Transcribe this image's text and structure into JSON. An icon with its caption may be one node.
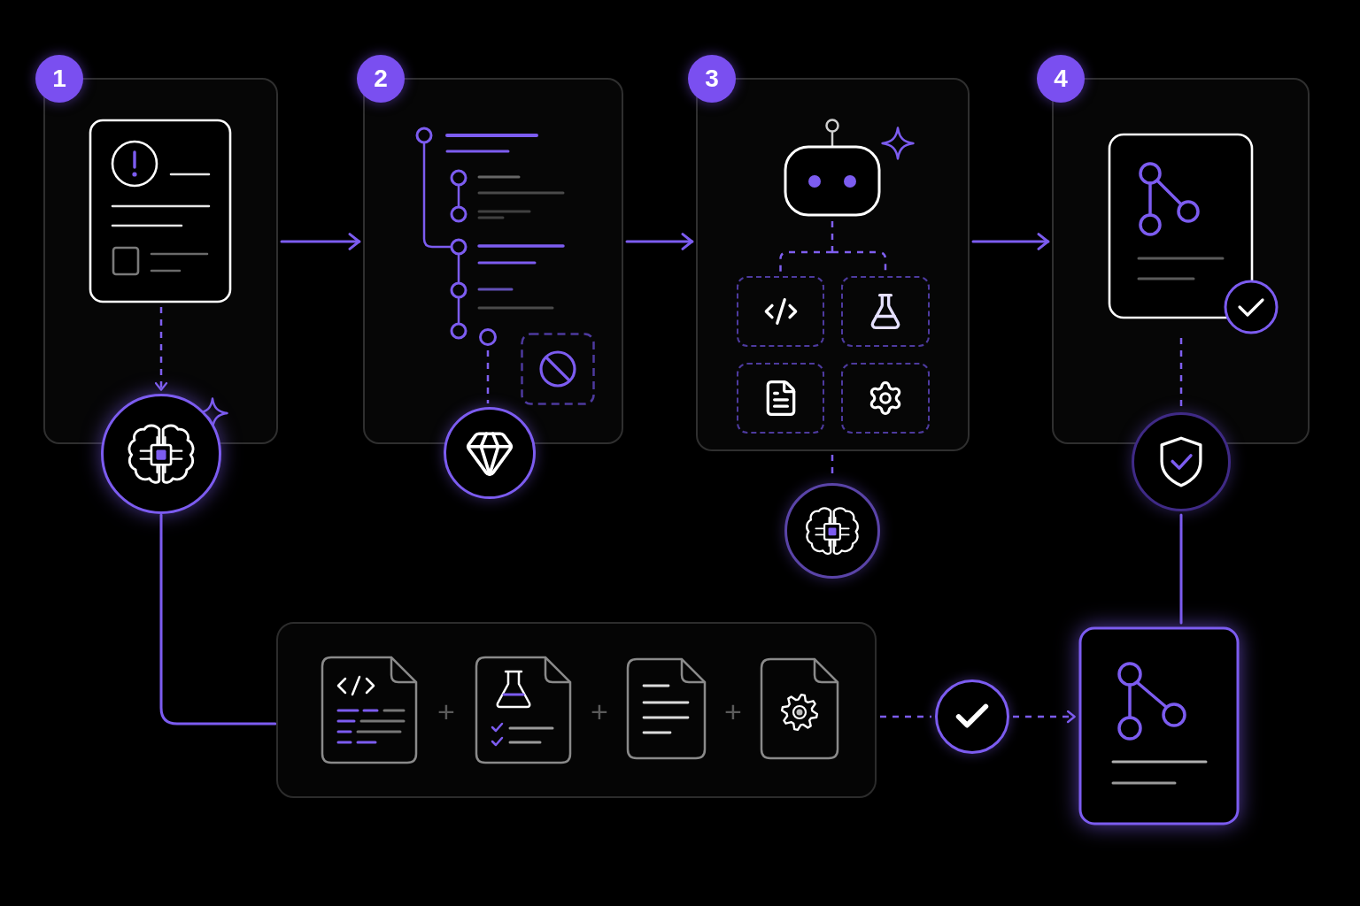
{
  "diagram": {
    "nodes": [
      {
        "text": [
          "1"
        ]
      },
      {
        "text": [],
        "shape": "box"
      },
      {
        "text": [],
        "shape": "picture",
        "in": 1
      },
      {
        "text": [],
        "shape": "circle"
      },
      {
        "text": [
          "2"
        ]
      },
      {
        "text": [],
        "shape": "box"
      },
      {
        "text": [],
        "shape": "picture",
        "in": 5
      },
      {
        "text": [],
        "shape": "circle"
      },
      {
        "text": [
          "3"
        ]
      },
      {
        "text": [],
        "shape": "box"
      },
      {
        "text": [],
        "shape": "picture",
        "in": 9
      },
      {
        "text": [],
        "shape": "box",
        "in": 9
      },
      {
        "text": [],
        "shape": "box",
        "in": 9
      },
      {
        "text": [],
        "shape": "box",
        "in": 9
      },
      {
        "text": [],
        "shape": "box",
        "in": 9
      },
      {
        "text": [],
        "shape": "circle"
      },
      {
        "text": [
          "4"
        ]
      },
      {
        "text": [],
        "shape": "box"
      },
      {
        "text": [],
        "shape": "picture",
        "in": 17
      },
      {
        "text": [],
        "shape": "circle"
      },
      {
        "text": [],
        "shape": "box"
      },
      {
        "text": [],
        "shape": "picture",
        "in": 20
      },
      {
        "text": [],
        "shape": "picture",
        "in": 20
      },
      {
        "text": [],
        "shape": "picture",
        "in": 20
      },
      {
        "text": [],
        "shape": "picture",
        "in": 20
      },
      {
        "text": [],
        "shape": "circle"
      },
      {
        "text": [],
        "shape": "picture"
      }
    ],
    "edges": [
      {
        "from": 1,
        "to": 5,
        "arrow": "to"
      },
      {
        "from": 5,
        "to": 9,
        "arrow": "to"
      },
      {
        "from": 9,
        "to": 17,
        "arrow": "to"
      },
      {
        "from": 2,
        "to": 3,
        "arrow": "to",
        "style": "dashed"
      },
      {
        "from": 6,
        "to": 7,
        "arrow": "none",
        "style": "dashed"
      },
      {
        "from": 10,
        "to": 11,
        "arrow": "none",
        "style": "dashed"
      },
      {
        "from": 10,
        "to": 12,
        "arrow": "none",
        "style": "dashed"
      },
      {
        "from": 9,
        "to": 15,
        "arrow": "none",
        "style": "dashed"
      },
      {
        "from": 18,
        "to": 19,
        "arrow": "none",
        "style": "dashed"
      },
      {
        "from": 3,
        "to": 20,
        "arrow": "none"
      },
      {
        "from": 19,
        "to": 26,
        "arrow": "none"
      },
      {
        "from": 20,
        "to": 25,
        "arrow": "none",
        "style": "dashed"
      },
      {
        "from": 25,
        "to": 26,
        "arrow": "to",
        "style": "dashed"
      }
    ],
    "labels": [
      "+",
      "+",
      "+"
    ]
  }
}
